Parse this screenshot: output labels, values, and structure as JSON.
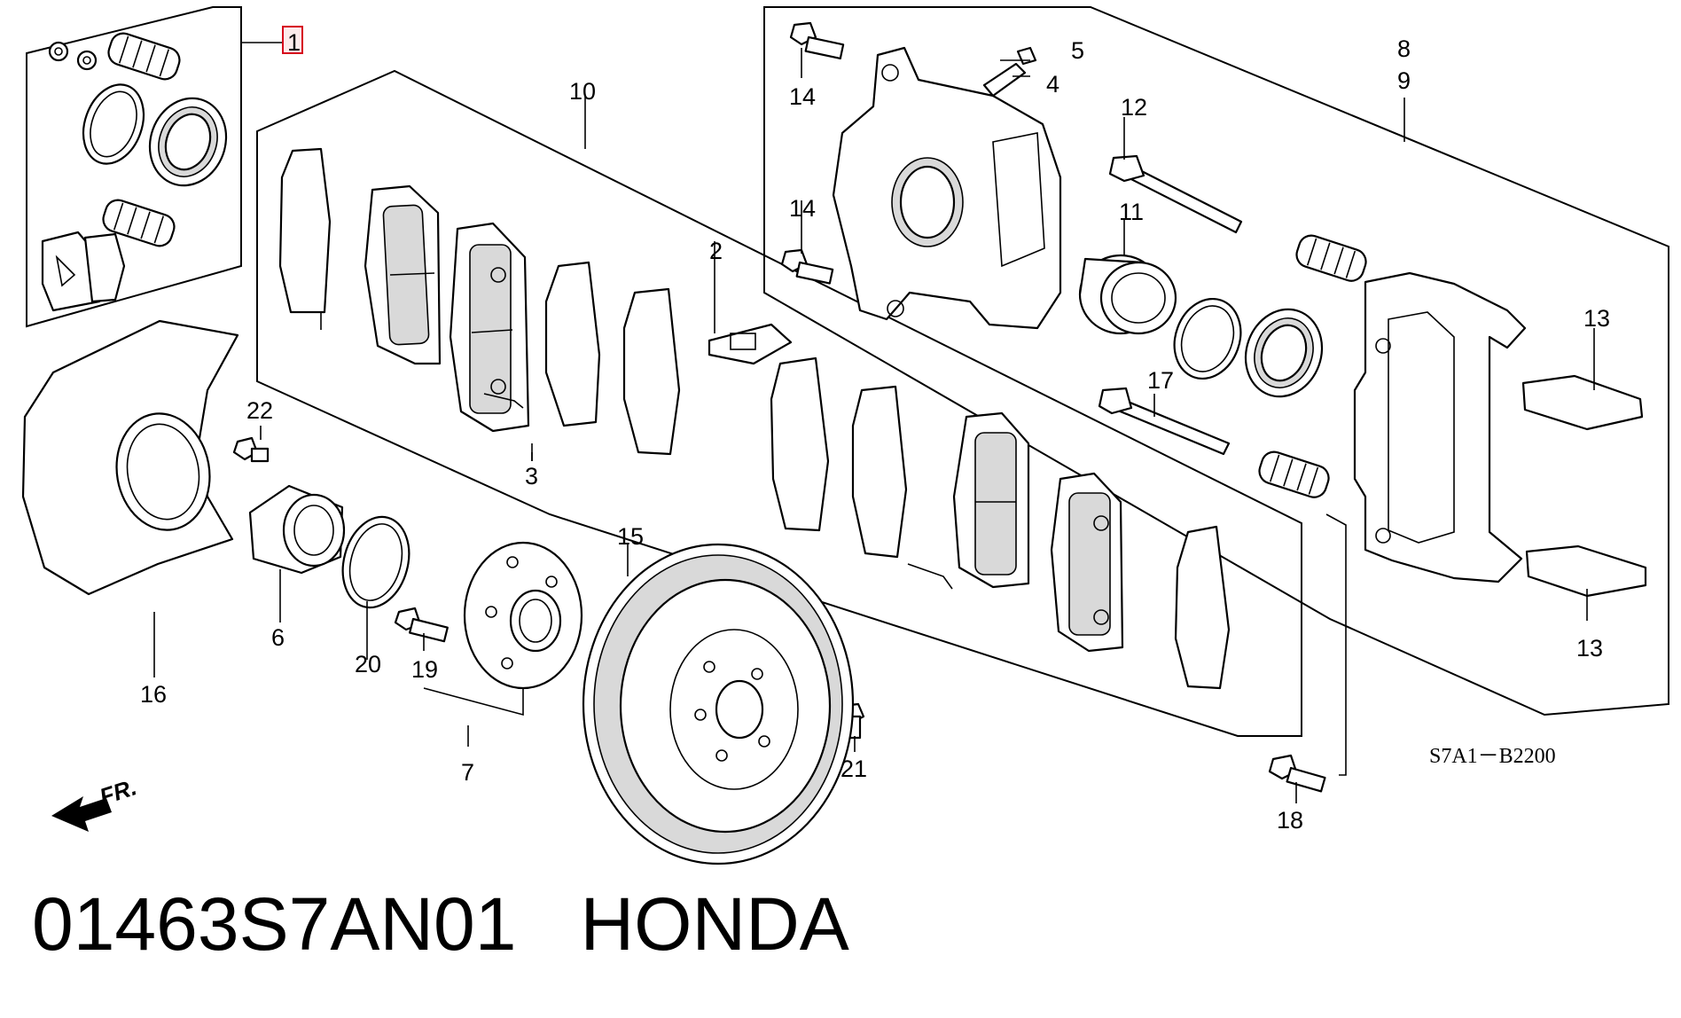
{
  "diagram": {
    "code": "S7A1－B2200",
    "front_label": "FR.",
    "callouts": {
      "c1": "1",
      "c2": "2",
      "c3": "3",
      "c4": "4",
      "c5": "5",
      "c6": "6",
      "c7": "7",
      "c8": "8",
      "c9": "9",
      "c10": "10",
      "c11": "11",
      "c12": "12",
      "c13a": "13",
      "c13b": "13",
      "c14a": "14",
      "c14b": "14",
      "c15": "15",
      "c16": "16",
      "c17": "17",
      "c18": "18",
      "c19": "19",
      "c20": "20",
      "c21": "21",
      "c22": "22"
    },
    "highlight_color": "#d6001c"
  },
  "footer": {
    "part_number": "01463S7AN01",
    "brand": "HONDA"
  }
}
